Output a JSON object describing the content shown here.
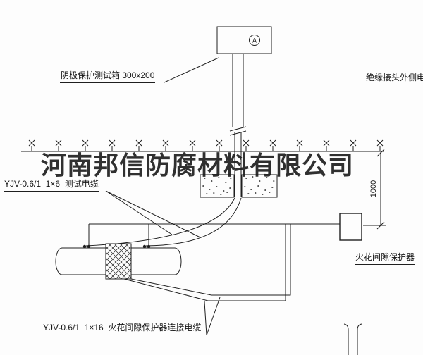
{
  "watermark_text": "河南邦信防腐材料有限公司",
  "labels": {
    "test_box": "阴极保护测试箱 300x200",
    "insulation_cable": "绝缘接头外侧电缆",
    "test_cable": "YJV-0.6/1  1×6  测试电缆",
    "spark_gap": "火花间隙保护器",
    "bottom_cable": "YJV-0.6/1  1×16  火花间隙保护器连接电缆",
    "dimension_1000": "1000",
    "meter_letter": "A"
  },
  "colors": {
    "line": "#1f1f1f",
    "background": "#fdfdfd",
    "watermark": "#191919"
  }
}
